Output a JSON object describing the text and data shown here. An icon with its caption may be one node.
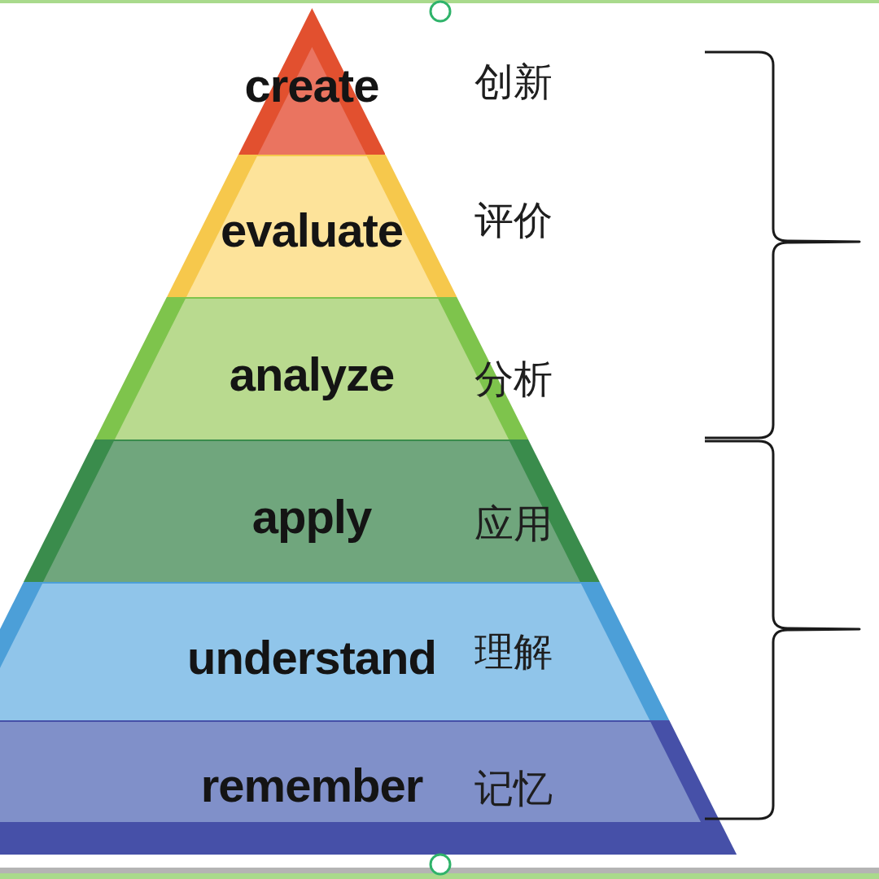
{
  "diagram": {
    "nodes": [
      {
        "text": [
          "create"
        ],
        "beside": [
          "创新"
        ]
      },
      {
        "text": [
          "evaluate"
        ],
        "beside": [
          "评价"
        ]
      },
      {
        "text": [
          "analyze"
        ],
        "beside": [
          "分析"
        ]
      },
      {
        "text": [
          "apply",
          "应用"
        ]
      },
      {
        "text": [
          "understand",
          "理解"
        ]
      },
      {
        "text": [
          "remember",
          "记忆"
        ]
      }
    ]
  }
}
